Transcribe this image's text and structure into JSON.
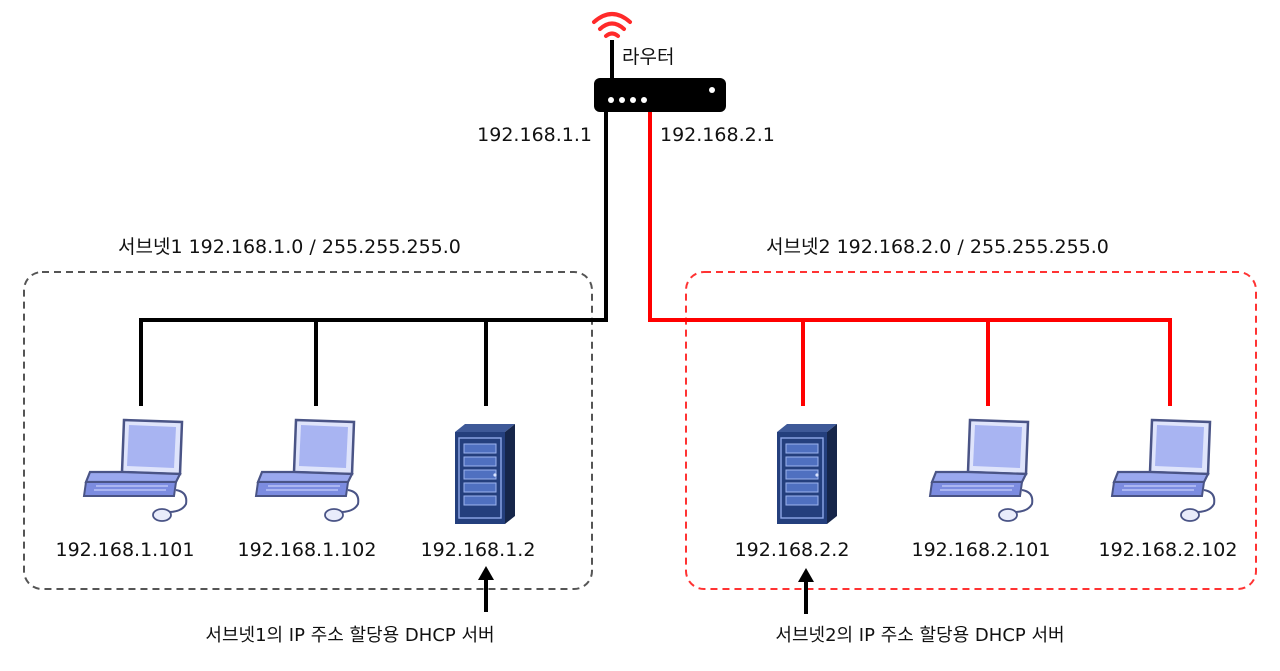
{
  "router": {
    "label": "라우터",
    "left_ip": "192.168.1.1",
    "right_ip": "192.168.2.1"
  },
  "subnet1": {
    "title": "서브넷1 192.168.1.0 / 255.255.255.0",
    "line_color": "#000000",
    "box_color": "#555555",
    "devices": [
      {
        "type": "laptop",
        "ip": "192.168.1.101"
      },
      {
        "type": "laptop",
        "ip": "192.168.1.102"
      },
      {
        "type": "server",
        "ip": "192.168.1.2"
      }
    ],
    "dhcp_note": "서브넷1의 IP 주소 할당용 DHCP 서버"
  },
  "subnet2": {
    "title": "서브넷2 192.168.2.0 / 255.255.255.0",
    "line_color": "#ff0000",
    "box_color": "#ff3333",
    "devices": [
      {
        "type": "server",
        "ip": "192.168.2.2"
      },
      {
        "type": "laptop",
        "ip": "192.168.2.101"
      },
      {
        "type": "laptop",
        "ip": "192.168.2.102"
      }
    ],
    "dhcp_note": "서브넷2의 IP 주소 할당용 DHCP 서버"
  },
  "colors": {
    "wifi": "#ff2a2a",
    "router_body": "#000000",
    "server_body": "#233a6b",
    "laptop": "#8f9fe8"
  }
}
